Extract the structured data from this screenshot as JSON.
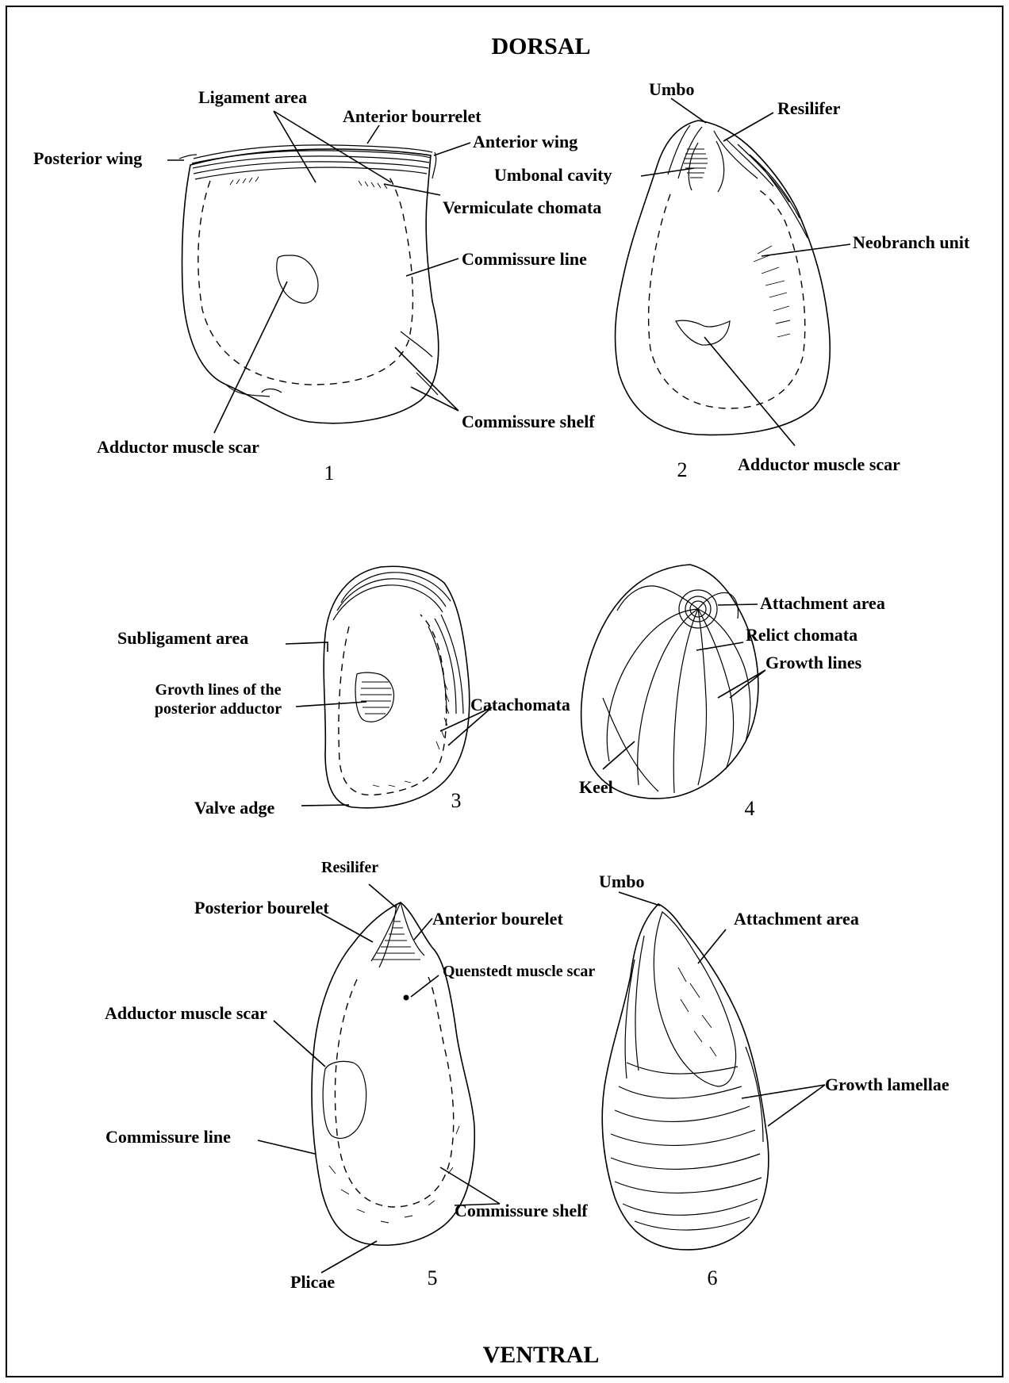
{
  "headings": {
    "top": "DORSAL",
    "bottom": "VENTRAL"
  },
  "figures": [
    {
      "number": "1",
      "labels": {
        "ligament_area": "Ligament area",
        "anterior_bourrelet": "Anterior bourrelet",
        "anterior_wing": "Anterior wing",
        "posterior_wing": "Posterior wing",
        "vermiculate_chomata": "Vermiculate chomata",
        "commissure_line": "Commissure line",
        "commissure_shelf": "Commissure shelf",
        "adductor_muscle_scar": "Adductor muscle scar"
      }
    },
    {
      "number": "2",
      "labels": {
        "umbo": "Umbo",
        "resilifer": "Resilifer",
        "umbonal_cavity": "Umbonal cavity",
        "neobranch_unit": "Neobranch unit",
        "adductor_muscle_scar": "Adductor muscle scar"
      }
    },
    {
      "number": "3",
      "labels": {
        "subligament_area": "Subligament area",
        "growth_lines_line1": "Grovth lines of the",
        "growth_lines_line2": "posterior adductor",
        "catachomata": "Catachomata",
        "valve_adge": "Valve adge"
      }
    },
    {
      "number": "4",
      "labels": {
        "attachment_area": "Attachment area",
        "relict_chomata": "Relict chomata",
        "growth_lines": "Growth lines",
        "keel": "Keel"
      }
    },
    {
      "number": "5",
      "labels": {
        "resilifer": "Resilifer",
        "posterior_bourelet": "Posterior bourelet",
        "anterior_bourelet": "Anterior bourelet",
        "quenstedt_muscle_scar": "Quenstedt muscle scar",
        "adductor_muscle_scar": "Adductor muscle scar",
        "commissure_line": "Commissure line",
        "commissure_shelf": "Commissure shelf",
        "plicae": "Plicae"
      }
    },
    {
      "number": "6",
      "labels": {
        "umbo": "Umbo",
        "attachment_area": "Attachment area",
        "growth_lamellae": "Growth lamellae"
      }
    }
  ]
}
